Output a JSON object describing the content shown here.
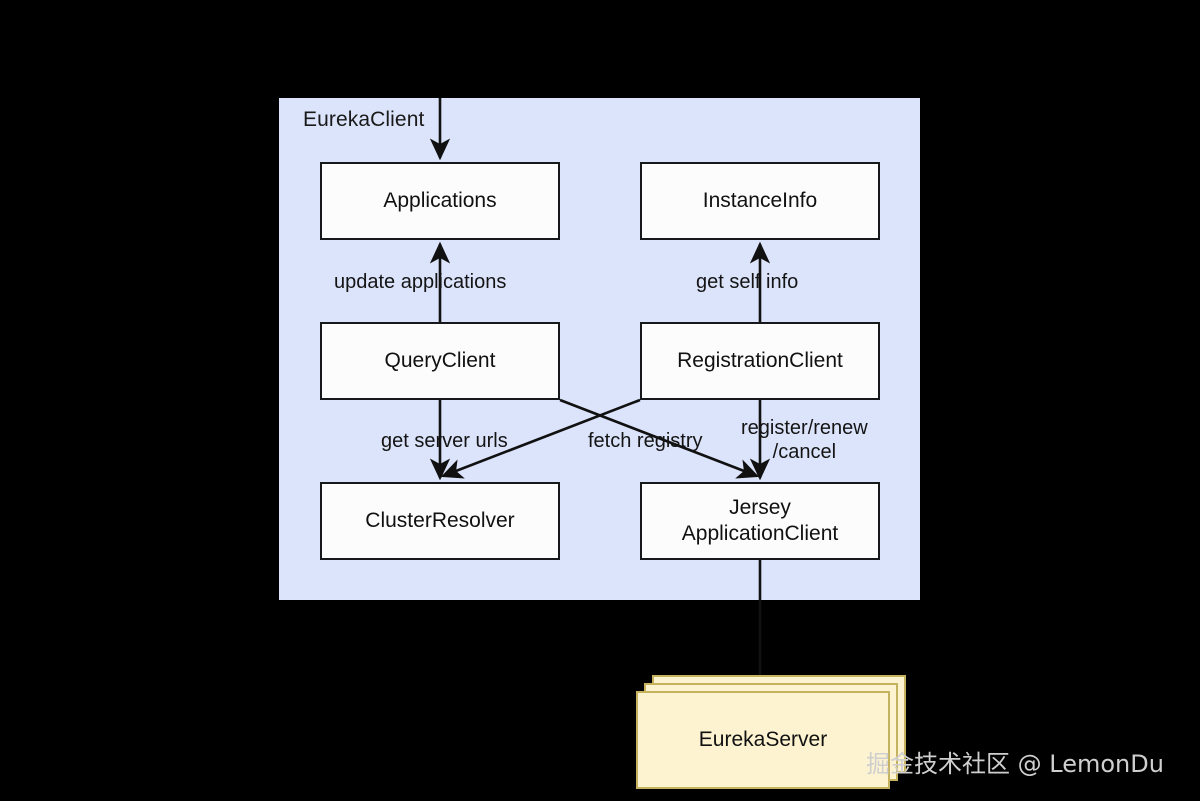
{
  "diagram": {
    "title_visible": false,
    "background_color": "#000000",
    "container": {
      "label": "EurekaClient",
      "fill_color": "#dce4fb"
    },
    "nodes": [
      {
        "id": "applications",
        "label": "Applications",
        "lines": [
          "Applications"
        ],
        "fill": "#fcfcfc",
        "stroke": "#16181c"
      },
      {
        "id": "instanceinfo",
        "label": "InstanceInfo",
        "lines": [
          "InstanceInfo"
        ],
        "fill": "#fcfcfc",
        "stroke": "#16181c"
      },
      {
        "id": "queryclient",
        "label": "QueryClient",
        "lines": [
          "QueryClient"
        ],
        "fill": "#fcfcfc",
        "stroke": "#16181c"
      },
      {
        "id": "registrationclient",
        "label": "RegistrationClient",
        "lines": [
          "RegistrationClient"
        ],
        "fill": "#fcfcfc",
        "stroke": "#16181c"
      },
      {
        "id": "clusterresolver",
        "label": "ClusterResolver",
        "lines": [
          "ClusterResolver"
        ],
        "fill": "#fcfcfc",
        "stroke": "#16181c"
      },
      {
        "id": "jerseyclient",
        "label": "Jersey ApplicationClient",
        "lines": [
          "Jersey",
          "ApplicationClient"
        ],
        "fill": "#fcfcfc",
        "stroke": "#16181c"
      }
    ],
    "edge_labels": {
      "update_applications": "update applications",
      "get_self_info": "get self info",
      "get_server_urls": "get server urls",
      "fetch_registry": "fetch registry",
      "register_renew_line1": "register/renew",
      "register_renew_line2": "/cancel"
    },
    "edges": [
      {
        "from": "external-top",
        "to": "applications",
        "label": ""
      },
      {
        "from": "queryclient",
        "to": "applications",
        "label": "update applications"
      },
      {
        "from": "registrationclient",
        "to": "instanceinfo",
        "label": "get self info"
      },
      {
        "from": "queryclient",
        "to": "clusterresolver",
        "label": "get server urls"
      },
      {
        "from": "registrationclient",
        "to": "clusterresolver",
        "label": "fetch registry"
      },
      {
        "from": "queryclient",
        "to": "jerseyclient",
        "label": "fetch registry"
      },
      {
        "from": "registrationclient",
        "to": "jerseyclient",
        "label": "register/renew /cancel"
      },
      {
        "from": "jerseyclient",
        "to": "eurekaserver",
        "label": ""
      }
    ],
    "server": {
      "label": "EurekaServer",
      "fill_color": "#fdf3d0",
      "stroke_color": "#c5b25e",
      "stack_count": 3
    },
    "watermark": "掘金技术社区 @ LemonDu"
  }
}
